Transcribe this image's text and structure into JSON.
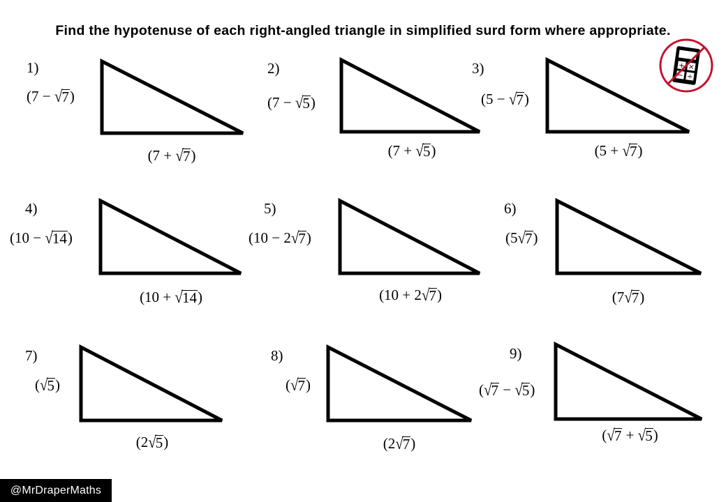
{
  "title": "Find the hypotenuse of each right-angled triangle in simplified surd form where appropriate.",
  "footer": {
    "watermark": "@MrDraperMaths"
  },
  "icons": {
    "no_calculator": "no-calculator-icon",
    "calculator_keys": [
      "+",
      "×",
      "−",
      "÷"
    ]
  },
  "colors": {
    "ink": "#000000",
    "paper": "#ffffff",
    "prohibition_red": "#C4102C",
    "footer_bar": "#000000",
    "footer_text": "#ffffff"
  },
  "questions": [
    {
      "number": "1)",
      "vertical_label": "(7 − √7)",
      "horizontal_label": "(7 + √7)",
      "vertical_parts": {
        "prefix": "(7 − ",
        "root": "7",
        "suffix": ")"
      },
      "horizontal_parts": {
        "prefix": "(7 + ",
        "root": "7",
        "suffix": ")"
      }
    },
    {
      "number": "2)",
      "vertical_label": "(7 − √5)",
      "horizontal_label": "(7 + √5)",
      "vertical_parts": {
        "prefix": "(7 − ",
        "root": "5",
        "suffix": ")"
      },
      "horizontal_parts": {
        "prefix": "(7 + ",
        "root": "5",
        "suffix": ")"
      }
    },
    {
      "number": "3)",
      "vertical_label": "(5 − √7)",
      "horizontal_label": "(5 + √7)",
      "vertical_parts": {
        "prefix": "(5 − ",
        "root": "7",
        "suffix": ")"
      },
      "horizontal_parts": {
        "prefix": "(5 + ",
        "root": "7",
        "suffix": ")"
      }
    },
    {
      "number": "4)",
      "vertical_label": "(10 − √14)",
      "horizontal_label": "(10 + √14)",
      "vertical_parts": {
        "prefix": "(10 − ",
        "root": "14",
        "suffix": ")"
      },
      "horizontal_parts": {
        "prefix": "(10 + ",
        "root": "14",
        "suffix": ")"
      }
    },
    {
      "number": "5)",
      "vertical_label": "(10 − 2√7)",
      "horizontal_label": "(10 + 2√7)",
      "vertical_parts": {
        "prefix": "(10 − 2",
        "root": "7",
        "suffix": ")"
      },
      "horizontal_parts": {
        "prefix": "(10 + 2",
        "root": "7",
        "suffix": ")"
      }
    },
    {
      "number": "6)",
      "vertical_label": "(5√7)",
      "horizontal_label": "(7√7)",
      "vertical_parts": {
        "prefix": "(5",
        "root": "7",
        "suffix": ")"
      },
      "horizontal_parts": {
        "prefix": "(7",
        "root": "7",
        "suffix": ")"
      }
    },
    {
      "number": "7)",
      "vertical_label": "(√5)",
      "horizontal_label": "(2√5)",
      "vertical_parts": {
        "prefix": "(",
        "root": "5",
        "suffix": ")"
      },
      "horizontal_parts": {
        "prefix": "(2",
        "root": "5",
        "suffix": ")"
      }
    },
    {
      "number": "8)",
      "vertical_label": "(√7)",
      "horizontal_label": "(2√7)",
      "vertical_parts": {
        "prefix": "(",
        "root": "7",
        "suffix": ")"
      },
      "horizontal_parts": {
        "prefix": "(2",
        "root": "7",
        "suffix": ")"
      }
    },
    {
      "number": "9)",
      "vertical_label": "(√7 − √5)",
      "horizontal_label": "(√7 + √5)",
      "vertical_parts": {
        "prefix": "(",
        "root": "7",
        "mid": " − ",
        "root2": "5",
        "suffix": ")"
      },
      "horizontal_parts": {
        "prefix": "(",
        "root": "7",
        "mid": " + ",
        "root2": "5",
        "suffix": ")"
      }
    }
  ]
}
